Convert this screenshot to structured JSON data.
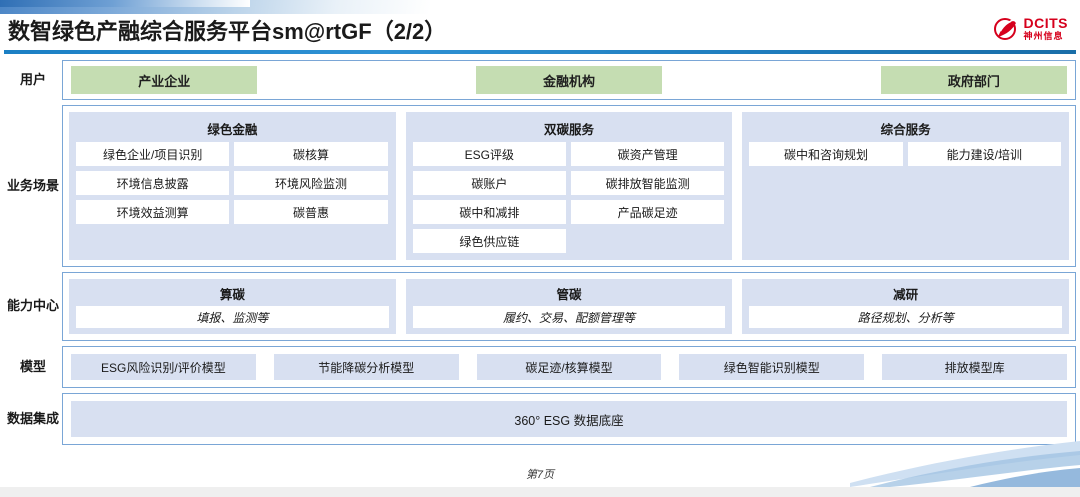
{
  "header": {
    "title": "数智绿色产融综合服务平台sm@rtGF（2/2）",
    "logo_en": "DCITS",
    "logo_cn": "神州信息"
  },
  "colors": {
    "user_green": "#c5ddb2",
    "panel_blue": "#d8e0f1",
    "border_blue": "#7aa6d6",
    "rule_blue": "#1b7fc4",
    "logo_red": "#d6001c"
  },
  "rows": {
    "users": {
      "label": "用户",
      "items": [
        {
          "text": "产业企业"
        },
        {
          "text": "金融机构"
        },
        {
          "text": "政府部门"
        }
      ]
    },
    "scenarios": {
      "label": "业务场景",
      "columns": [
        {
          "title": "绿色金融",
          "items": [
            "绿色企业/项目识别",
            "碳核算",
            "环境信息披露",
            "环境风险监测",
            "环境效益测算",
            "碳普惠"
          ]
        },
        {
          "title": "双碳服务",
          "items": [
            "ESG评级",
            "碳资产管理",
            "碳账户",
            "碳排放智能监测",
            "碳中和减排",
            "产品碳足迹",
            "绿色供应链"
          ]
        },
        {
          "title": "综合服务",
          "items": [
            "碳中和咨询规划",
            "能力建设/培训"
          ]
        }
      ]
    },
    "ability": {
      "label": "能力中心",
      "columns": [
        {
          "title": "算碳",
          "sub": "填报、监测等"
        },
        {
          "title": "管碳",
          "sub": "履约、交易、配额管理等"
        },
        {
          "title": "减研",
          "sub": "路径规划、分析等"
        }
      ]
    },
    "models": {
      "label": "模型",
      "items": [
        "ESG风险识别/评价模型",
        "节能降碳分析模型",
        "碳足迹/核算模型",
        "绿色智能识别模型",
        "排放模型库"
      ]
    },
    "data": {
      "label": "数据集成",
      "band": "360° ESG 数据底座"
    }
  },
  "footer": {
    "page": "第7页"
  }
}
